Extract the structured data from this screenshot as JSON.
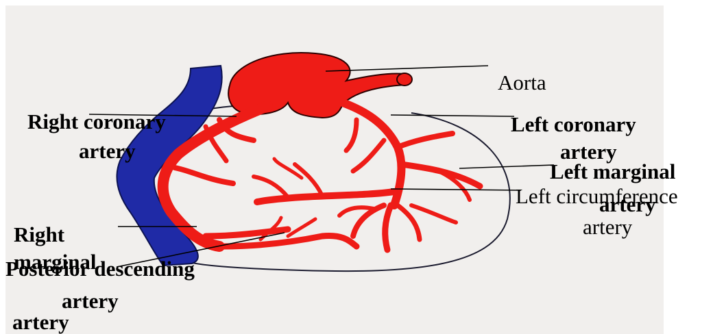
{
  "labels": {
    "aorta": "Aorta",
    "right_coronary": [
      "Right coronary",
      "artery"
    ],
    "left_coronary": [
      "Left coronary",
      "artery"
    ],
    "left_marginal": [
      "Left marginal",
      "artery"
    ],
    "left_circumference": [
      "Left circumference",
      "artery"
    ],
    "right_marginal": [
      "Right",
      "marginal",
      "artery"
    ],
    "posterior_descending": [
      "Posterior descending",
      "artery"
    ]
  },
  "colors": {
    "artery_red": "#ee1c17",
    "vein_blue": "#1f2aa6",
    "outline": "#1a1a2e",
    "paper": "#f1efed"
  }
}
